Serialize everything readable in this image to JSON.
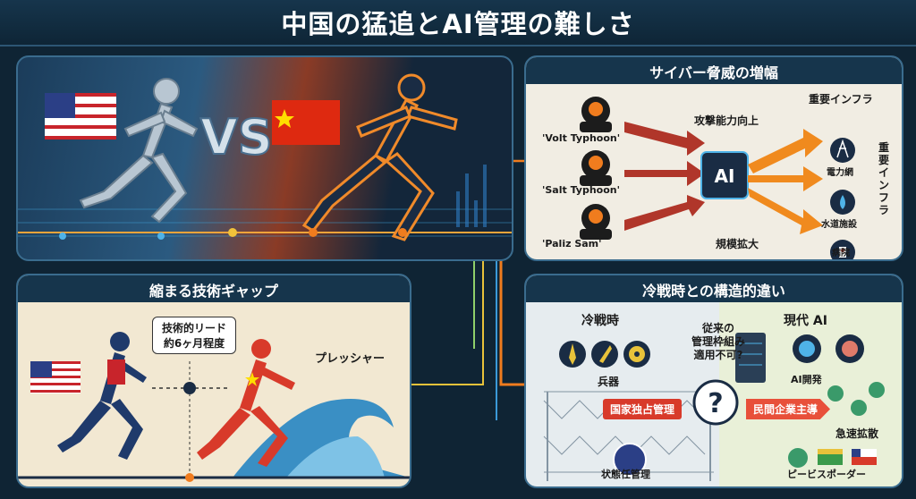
{
  "title": "中国の猛追とAI管理の難しさ",
  "panel_race": {
    "vs": "VS"
  },
  "panel_cyber": {
    "header": "サイバー脅威の増幅",
    "actors": [
      "'Volt Typhoon'",
      "'Salt Typhoon'",
      "'Paliz Sam'"
    ],
    "ai_label": "AI",
    "attack_up": "攻撃能力向上",
    "scale_up": "規模拡大",
    "infra_title": "重要インフラ",
    "infra_side": "重要インフラ",
    "targets": [
      "電力網",
      "水道施設",
      "病院"
    ]
  },
  "panel_gap": {
    "header": "縮まる技術ギャップ",
    "lead_box": [
      "技術的リード",
      "約6ヶ月程度"
    ],
    "pressure": "プレッシャー"
  },
  "panel_cold": {
    "header": "冷戦時との構造的違い",
    "cold_war": "冷戦時",
    "weapons": "兵器",
    "question": [
      "従来の",
      "管理枠組み",
      "適用不可?"
    ],
    "modern_ai": "現代 AI",
    "ai_dev": "AI開発",
    "state_control": "国家独占管理",
    "private_lead": "民間企業主導",
    "state_mgmt": "状態任管理",
    "rapid_spread": "急速拡散",
    "proliferation": "ピービスポーダー"
  },
  "colors": {
    "orange": "#f07c1e",
    "blue": "#2f7ec4",
    "dark": "#0f2434",
    "red": "#d83a2a"
  }
}
